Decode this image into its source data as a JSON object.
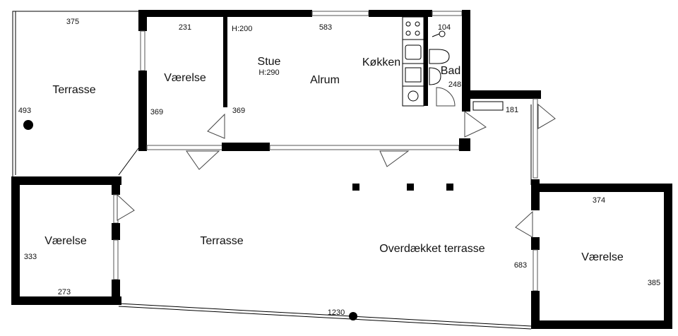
{
  "rooms": {
    "terrasse_left": "Terrasse",
    "vaerelse_top": "Værelse",
    "stue": "Stue",
    "stue_height": "H:290",
    "alrum": "Alrum",
    "kokken": "Køkken",
    "bad": "Bad",
    "vaerelse_left": "Værelse",
    "terrasse_center": "Terrasse",
    "overdaekket": "Overdækket terrasse",
    "vaerelse_right": "Værelse",
    "height_label": "H:200"
  },
  "dimensions": {
    "d375": "375",
    "d493": "493",
    "d231": "231",
    "d369a": "369",
    "d369b": "369",
    "d583": "583",
    "d104": "104",
    "d248": "248",
    "d181": "181",
    "d374": "374",
    "d385": "385",
    "d683": "683",
    "d333": "333",
    "d273": "273",
    "d1230": "1230"
  },
  "colors": {
    "wall": "#000000",
    "background": "#ffffff",
    "line": "#555555"
  }
}
